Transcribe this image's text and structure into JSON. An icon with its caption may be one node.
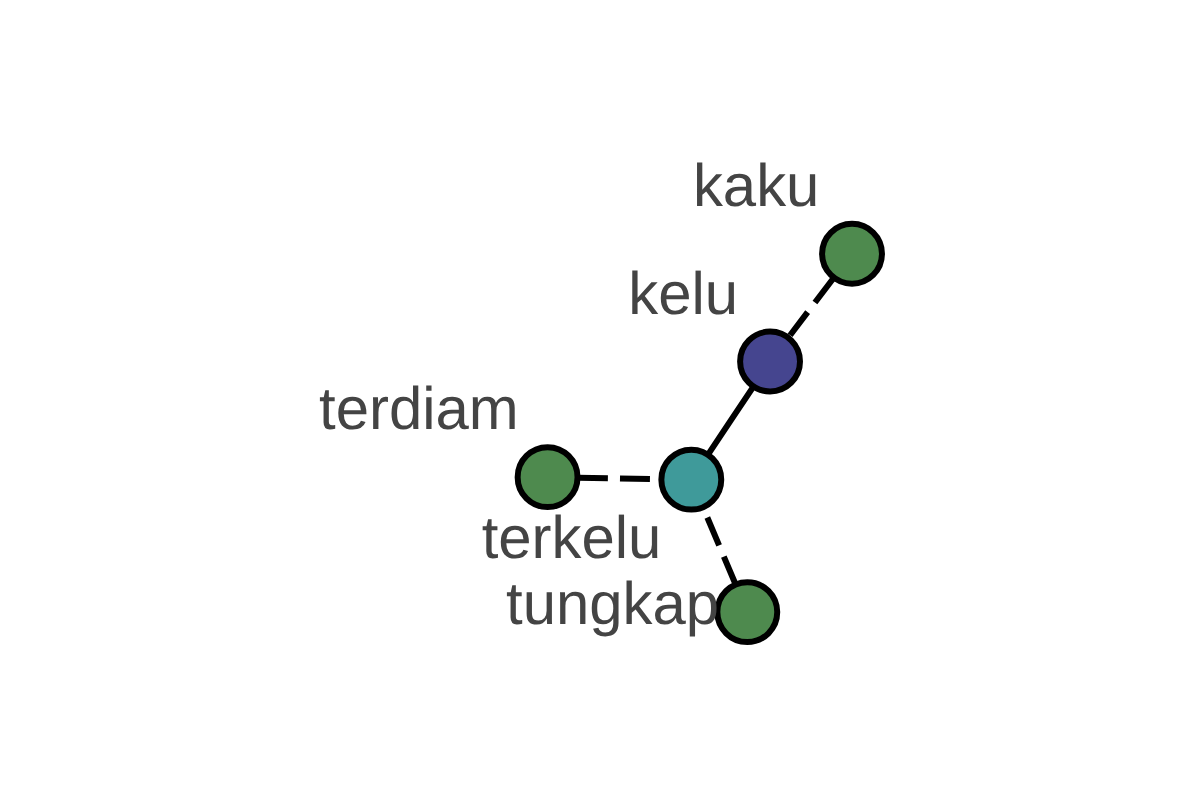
{
  "diagram": {
    "nodes": [
      {
        "text": [
          "terdiam"
        ]
      },
      {
        "text": [
          "terkelu"
        ]
      },
      {
        "text": [
          "tungkap"
        ]
      },
      {
        "text": [
          "kelu"
        ]
      },
      {
        "text": [
          "kaku"
        ]
      }
    ],
    "edges": [
      {
        "from": 0,
        "to": 1,
        "arrow": "none",
        "style": "dashed"
      },
      {
        "from": 2,
        "to": 1,
        "arrow": "none",
        "style": "dashed"
      },
      {
        "from": 1,
        "to": 3,
        "arrow": "none"
      },
      {
        "from": 4,
        "to": 3,
        "arrow": "none",
        "style": "dashed"
      }
    ]
  }
}
